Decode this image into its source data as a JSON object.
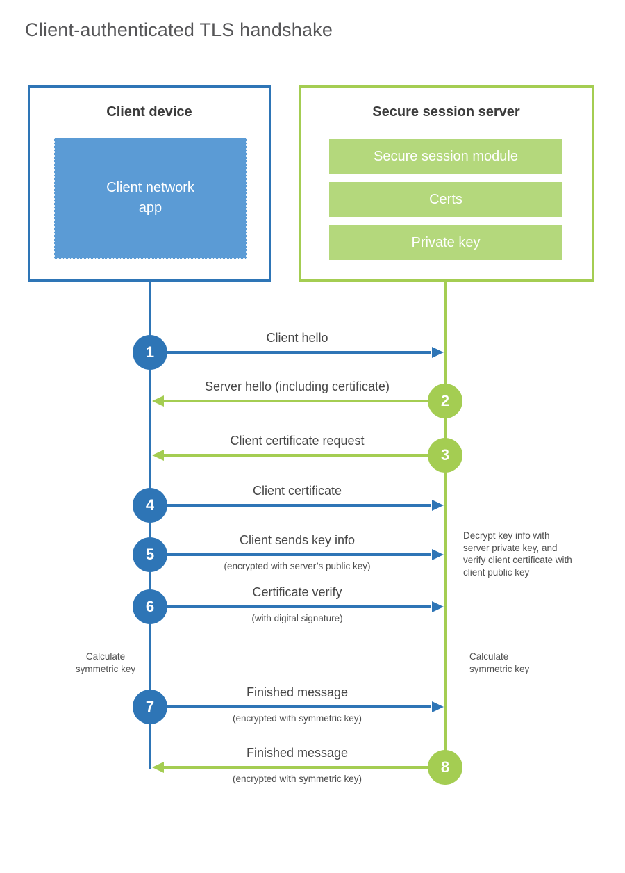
{
  "title": "Client-authenticated TLS handshake",
  "client_box": {
    "title": "Client device",
    "app_label": "Client network app"
  },
  "server_box": {
    "title": "Secure session server",
    "modules": [
      "Secure session module",
      "Certs",
      "Private key"
    ]
  },
  "steps": [
    {
      "number": "1",
      "from": "client",
      "label": "Client hello"
    },
    {
      "number": "2",
      "from": "server",
      "label": "Server hello (including certificate)"
    },
    {
      "number": "3",
      "from": "server",
      "label": "Client certificate request"
    },
    {
      "number": "4",
      "from": "client",
      "label": "Client certificate"
    },
    {
      "number": "5",
      "from": "client",
      "label": "Client sends key info",
      "sublabel": "(encrypted with server’s public key)"
    },
    {
      "number": "6",
      "from": "client",
      "label": "Certificate verify",
      "sublabel": "(with digital signature)"
    },
    {
      "number": "7",
      "from": "client",
      "label": "Finished message",
      "sublabel": "(encrypted with symmetric key)"
    },
    {
      "number": "8",
      "from": "server",
      "label": "Finished message",
      "sublabel": "(encrypted with symmetric key)"
    }
  ],
  "annotations": {
    "server_note": "Decrypt key info with server private key, and verify client certificate with client public key",
    "client_calculate": "Calculate symmetric key",
    "server_calculate": "Calculate symmetric key"
  },
  "colors": {
    "blue": "#2e75b6",
    "light_blue": "#5b9bd5",
    "green": "#a4cd52",
    "light_green": "#b4d87c"
  }
}
